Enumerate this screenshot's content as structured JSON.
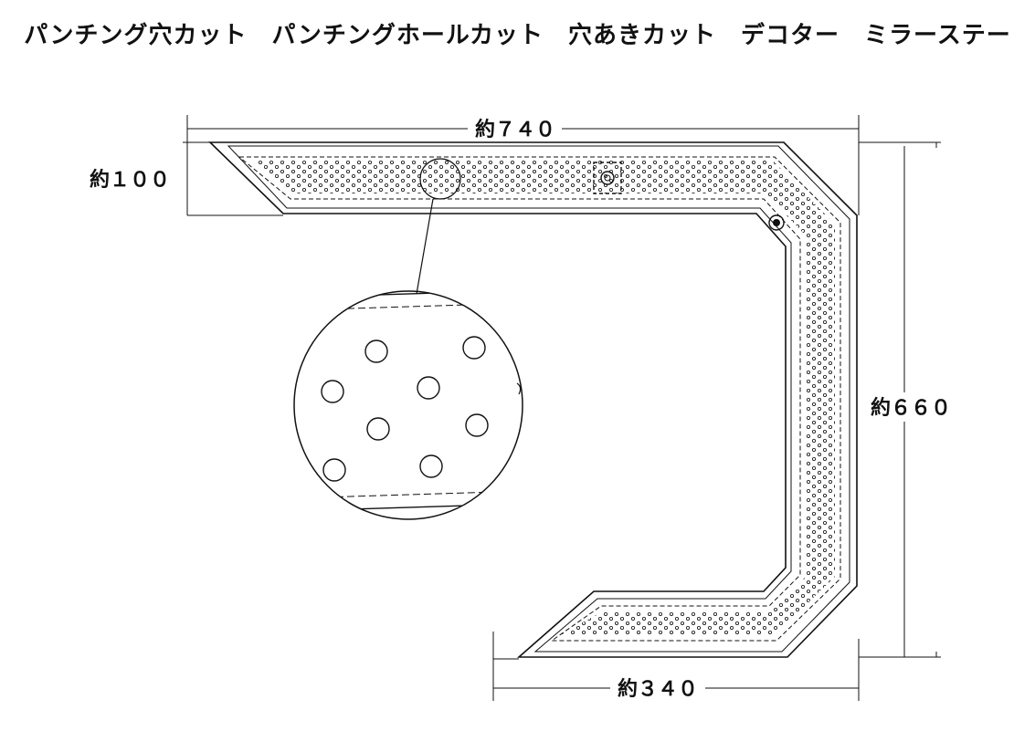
{
  "title": "パンチング穴カット　パンチングホールカット　穴あきカット　デコター　ミラーステー",
  "dimensions": {
    "top_width": "約７４０",
    "left_height": "約１００",
    "right_height": "約６６０",
    "bottom_width": "約３４０"
  },
  "colors": {
    "line": "#111111",
    "background": "#ffffff"
  }
}
